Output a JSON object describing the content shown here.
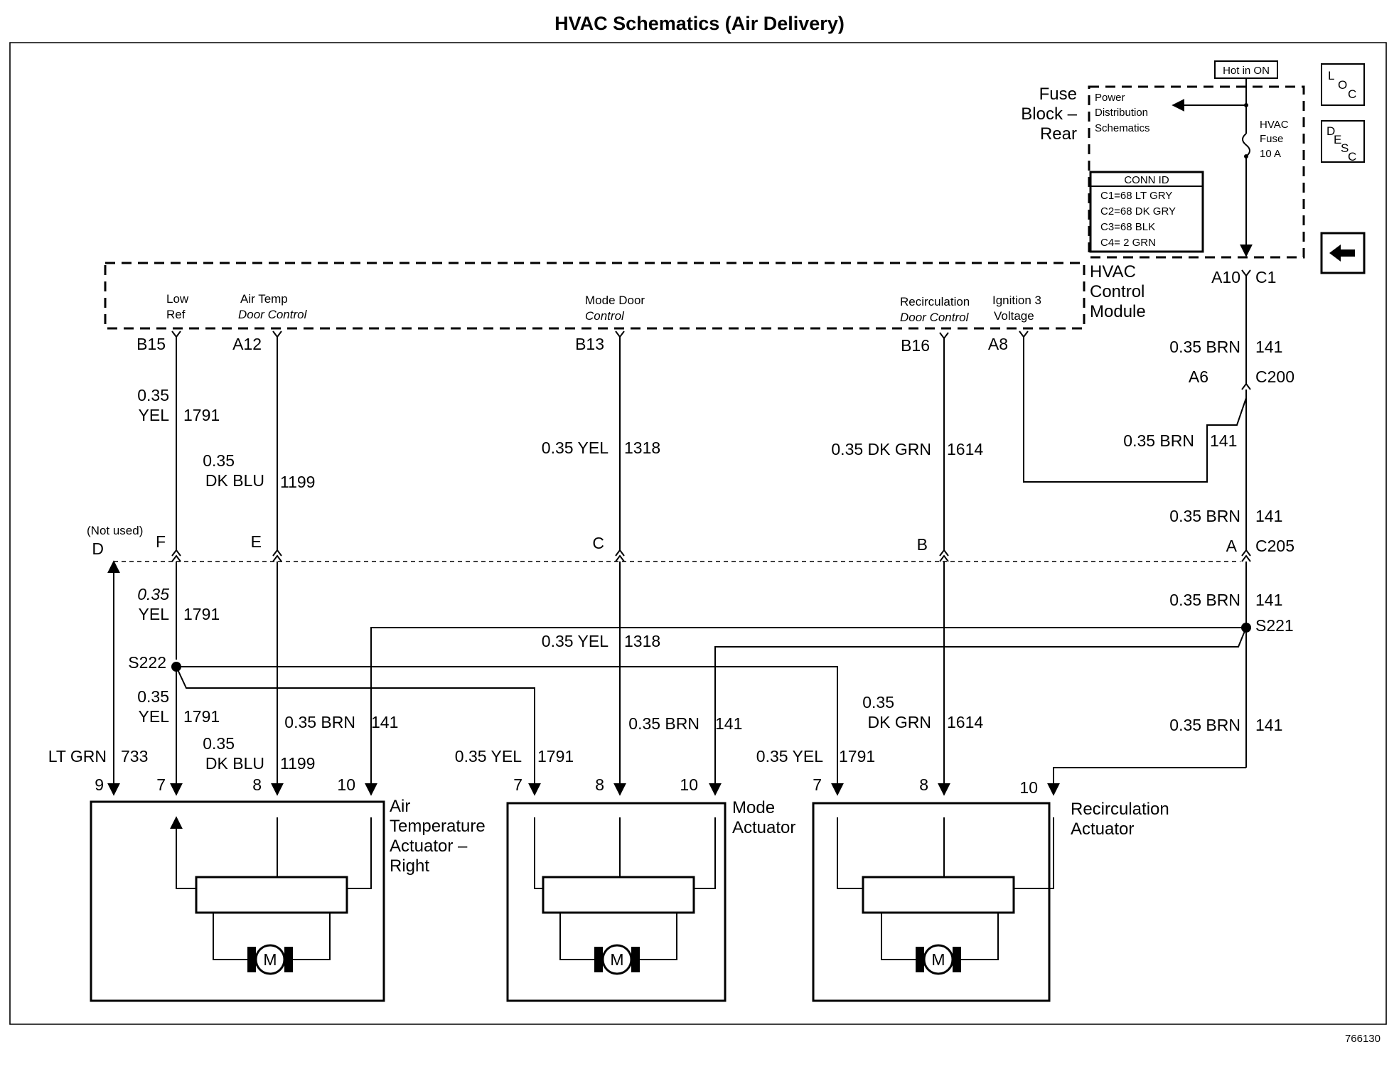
{
  "title": "HVAC Schematics (Air Delivery)",
  "figure_id": "766130",
  "nav": {
    "loc_icon": "LOC-icon",
    "desc_icon": "DESC-icon",
    "back_icon": "left-arrow-icon"
  },
  "fuse_block": {
    "label_1": "Fuse",
    "label_2": "Block –",
    "label_3": "Rear",
    "hot_in": "Hot in ON",
    "power_1": "Power",
    "power_2": "Distribution",
    "power_3": "Schematics",
    "fuse_1": "HVAC",
    "fuse_2": "Fuse",
    "fuse_3": "10 A",
    "conn_title": "CONN ID",
    "conn_rows": [
      "C1=68 LT GRY",
      "C2=68 DK GRY",
      "C3=68 BLK",
      "C4= 2 GRN"
    ],
    "pin_a10": "A10",
    "pin_c1": "C1"
  },
  "module": {
    "label_1": "HVAC",
    "label_2": "Control",
    "label_3": "Module",
    "pins": {
      "low_ref_1": "Low",
      "low_ref_2": "Ref",
      "air_temp_1": "Air Temp",
      "air_temp_2": "Door Control",
      "mode_1": "Mode Door",
      "mode_2": "Control",
      "recirc_1": "Recirculation",
      "recirc_2": "Door Control",
      "ign_1": "Ignition 3",
      "ign_2": "Voltage"
    },
    "pin_ids": {
      "b15": "B15",
      "a12": "A12",
      "b13": "B13",
      "b16": "B16",
      "a8": "A8"
    }
  },
  "connectors": {
    "c200": "C200",
    "a6": "A6",
    "c205": "C205",
    "pins": {
      "not_used": "(Not used)",
      "d": "D",
      "f": "F",
      "e": "E",
      "c": "C",
      "b": "B",
      "a": "A"
    }
  },
  "splices": {
    "s221": "S221",
    "s222": "S222"
  },
  "wires": {
    "yel_035": "0.35",
    "yel_yel": "YEL",
    "n1791": "1791",
    "dkblu_035": "0.35",
    "dkblu": "DK BLU",
    "n1199": "1199",
    "yel_1318": "0.35 YEL",
    "n1318": "1318",
    "dkgrn_1614": "0.35 DK GRN",
    "n1614": "1614",
    "brn": "0.35 BRN",
    "n141": "141",
    "ltgrn": "LT GRN",
    "n733": "733",
    "yel_1791": "0.35 YEL",
    "dkgrn_035": "0.35",
    "dkgrn": "DK GRN"
  },
  "actuators": {
    "air_temp": {
      "l1": "Air",
      "l2": "Temperature",
      "l3": "Actuator –",
      "l4": "Right",
      "p9": "9",
      "p7": "7",
      "p8": "8",
      "p10": "10",
      "motor": "M"
    },
    "mode": {
      "l1": "Mode",
      "l2": "Actuator",
      "p7": "7",
      "p8": "8",
      "p10": "10",
      "motor": "M"
    },
    "recirc": {
      "l1": "Recirculation",
      "l2": "Actuator",
      "p7": "7",
      "p8": "8",
      "p10": "10",
      "motor": "M"
    }
  },
  "nav_text": {
    "loc_l": "L",
    "loc_o": "O",
    "loc_c": "C",
    "desc_d": "D",
    "desc_e": "E",
    "desc_s": "S",
    "desc_c": "C"
  }
}
